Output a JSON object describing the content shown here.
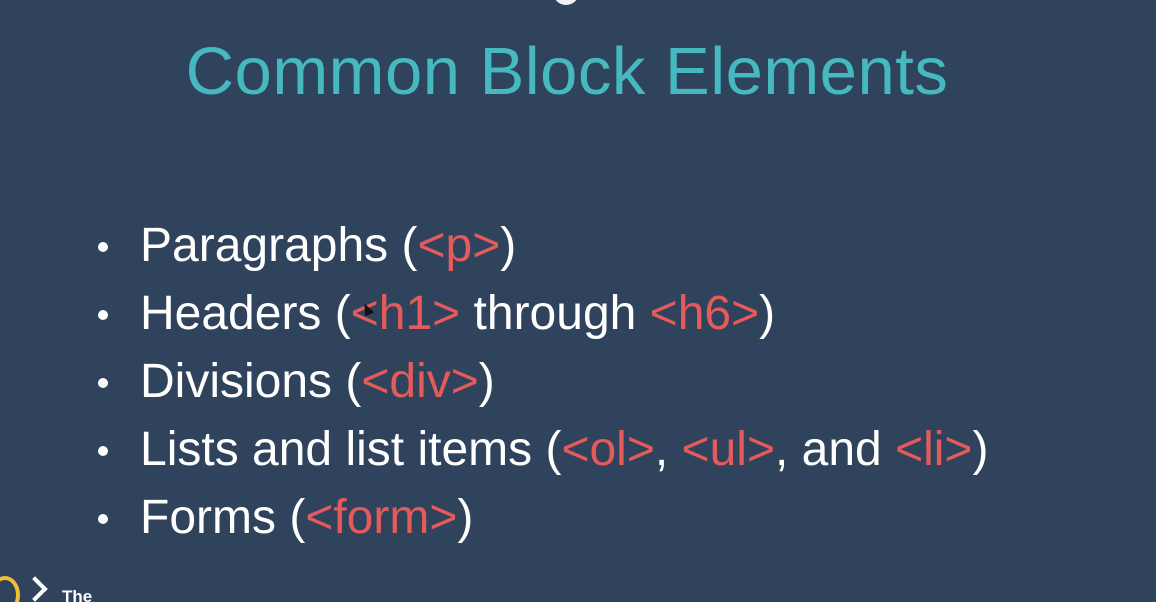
{
  "slide": {
    "title": "Common Block Elements",
    "bullets": [
      {
        "segments": [
          {
            "text": "Paragraphs (",
            "tag": false
          },
          {
            "text": "<p>",
            "tag": true
          },
          {
            "text": ")",
            "tag": false
          }
        ]
      },
      {
        "segments": [
          {
            "text": "Headers (",
            "tag": false
          },
          {
            "text": "<h1>",
            "tag": true
          },
          {
            "text": " through ",
            "tag": false
          },
          {
            "text": "<h6>",
            "tag": true
          },
          {
            "text": ")",
            "tag": false
          }
        ]
      },
      {
        "segments": [
          {
            "text": "Divisions (",
            "tag": false
          },
          {
            "text": "<div>",
            "tag": true
          },
          {
            "text": ")",
            "tag": false
          }
        ]
      },
      {
        "segments": [
          {
            "text": "Lists and list items (",
            "tag": false
          },
          {
            "text": "<ol>",
            "tag": true
          },
          {
            "text": ", ",
            "tag": false
          },
          {
            "text": "<ul>",
            "tag": true
          },
          {
            "text": ", and ",
            "tag": false
          },
          {
            "text": "<li>",
            "tag": true
          },
          {
            "text": ")",
            "tag": false
          }
        ]
      },
      {
        "segments": [
          {
            "text": "Forms (",
            "tag": false
          },
          {
            "text": "<form>",
            "tag": true
          },
          {
            "text": ")",
            "tag": false
          }
        ]
      }
    ]
  },
  "logo": {
    "text": "The"
  },
  "colors": {
    "background": "#2f435c",
    "title": "#45b8c0",
    "body_text": "#ffffff",
    "tag": "#e55a5a"
  },
  "icons": {
    "top_handle": "pull-tab-icon",
    "logo": "logo-icon",
    "cursor": "mouse-cursor-icon"
  }
}
